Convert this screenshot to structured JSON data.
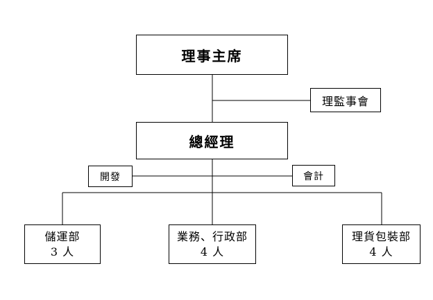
{
  "org_chart": {
    "chairman": {
      "label": "理事主席"
    },
    "supervisors": {
      "label": "理監事會"
    },
    "general_manager": {
      "label": "總經理"
    },
    "development": {
      "label": "開發"
    },
    "accounting": {
      "label": "會計"
    },
    "departments": [
      {
        "name": "儲運部",
        "staff": "3 人"
      },
      {
        "name": "業務、行政部",
        "staff": "4 人"
      },
      {
        "name": "理貨包裝部",
        "staff": "4 人"
      }
    ]
  }
}
